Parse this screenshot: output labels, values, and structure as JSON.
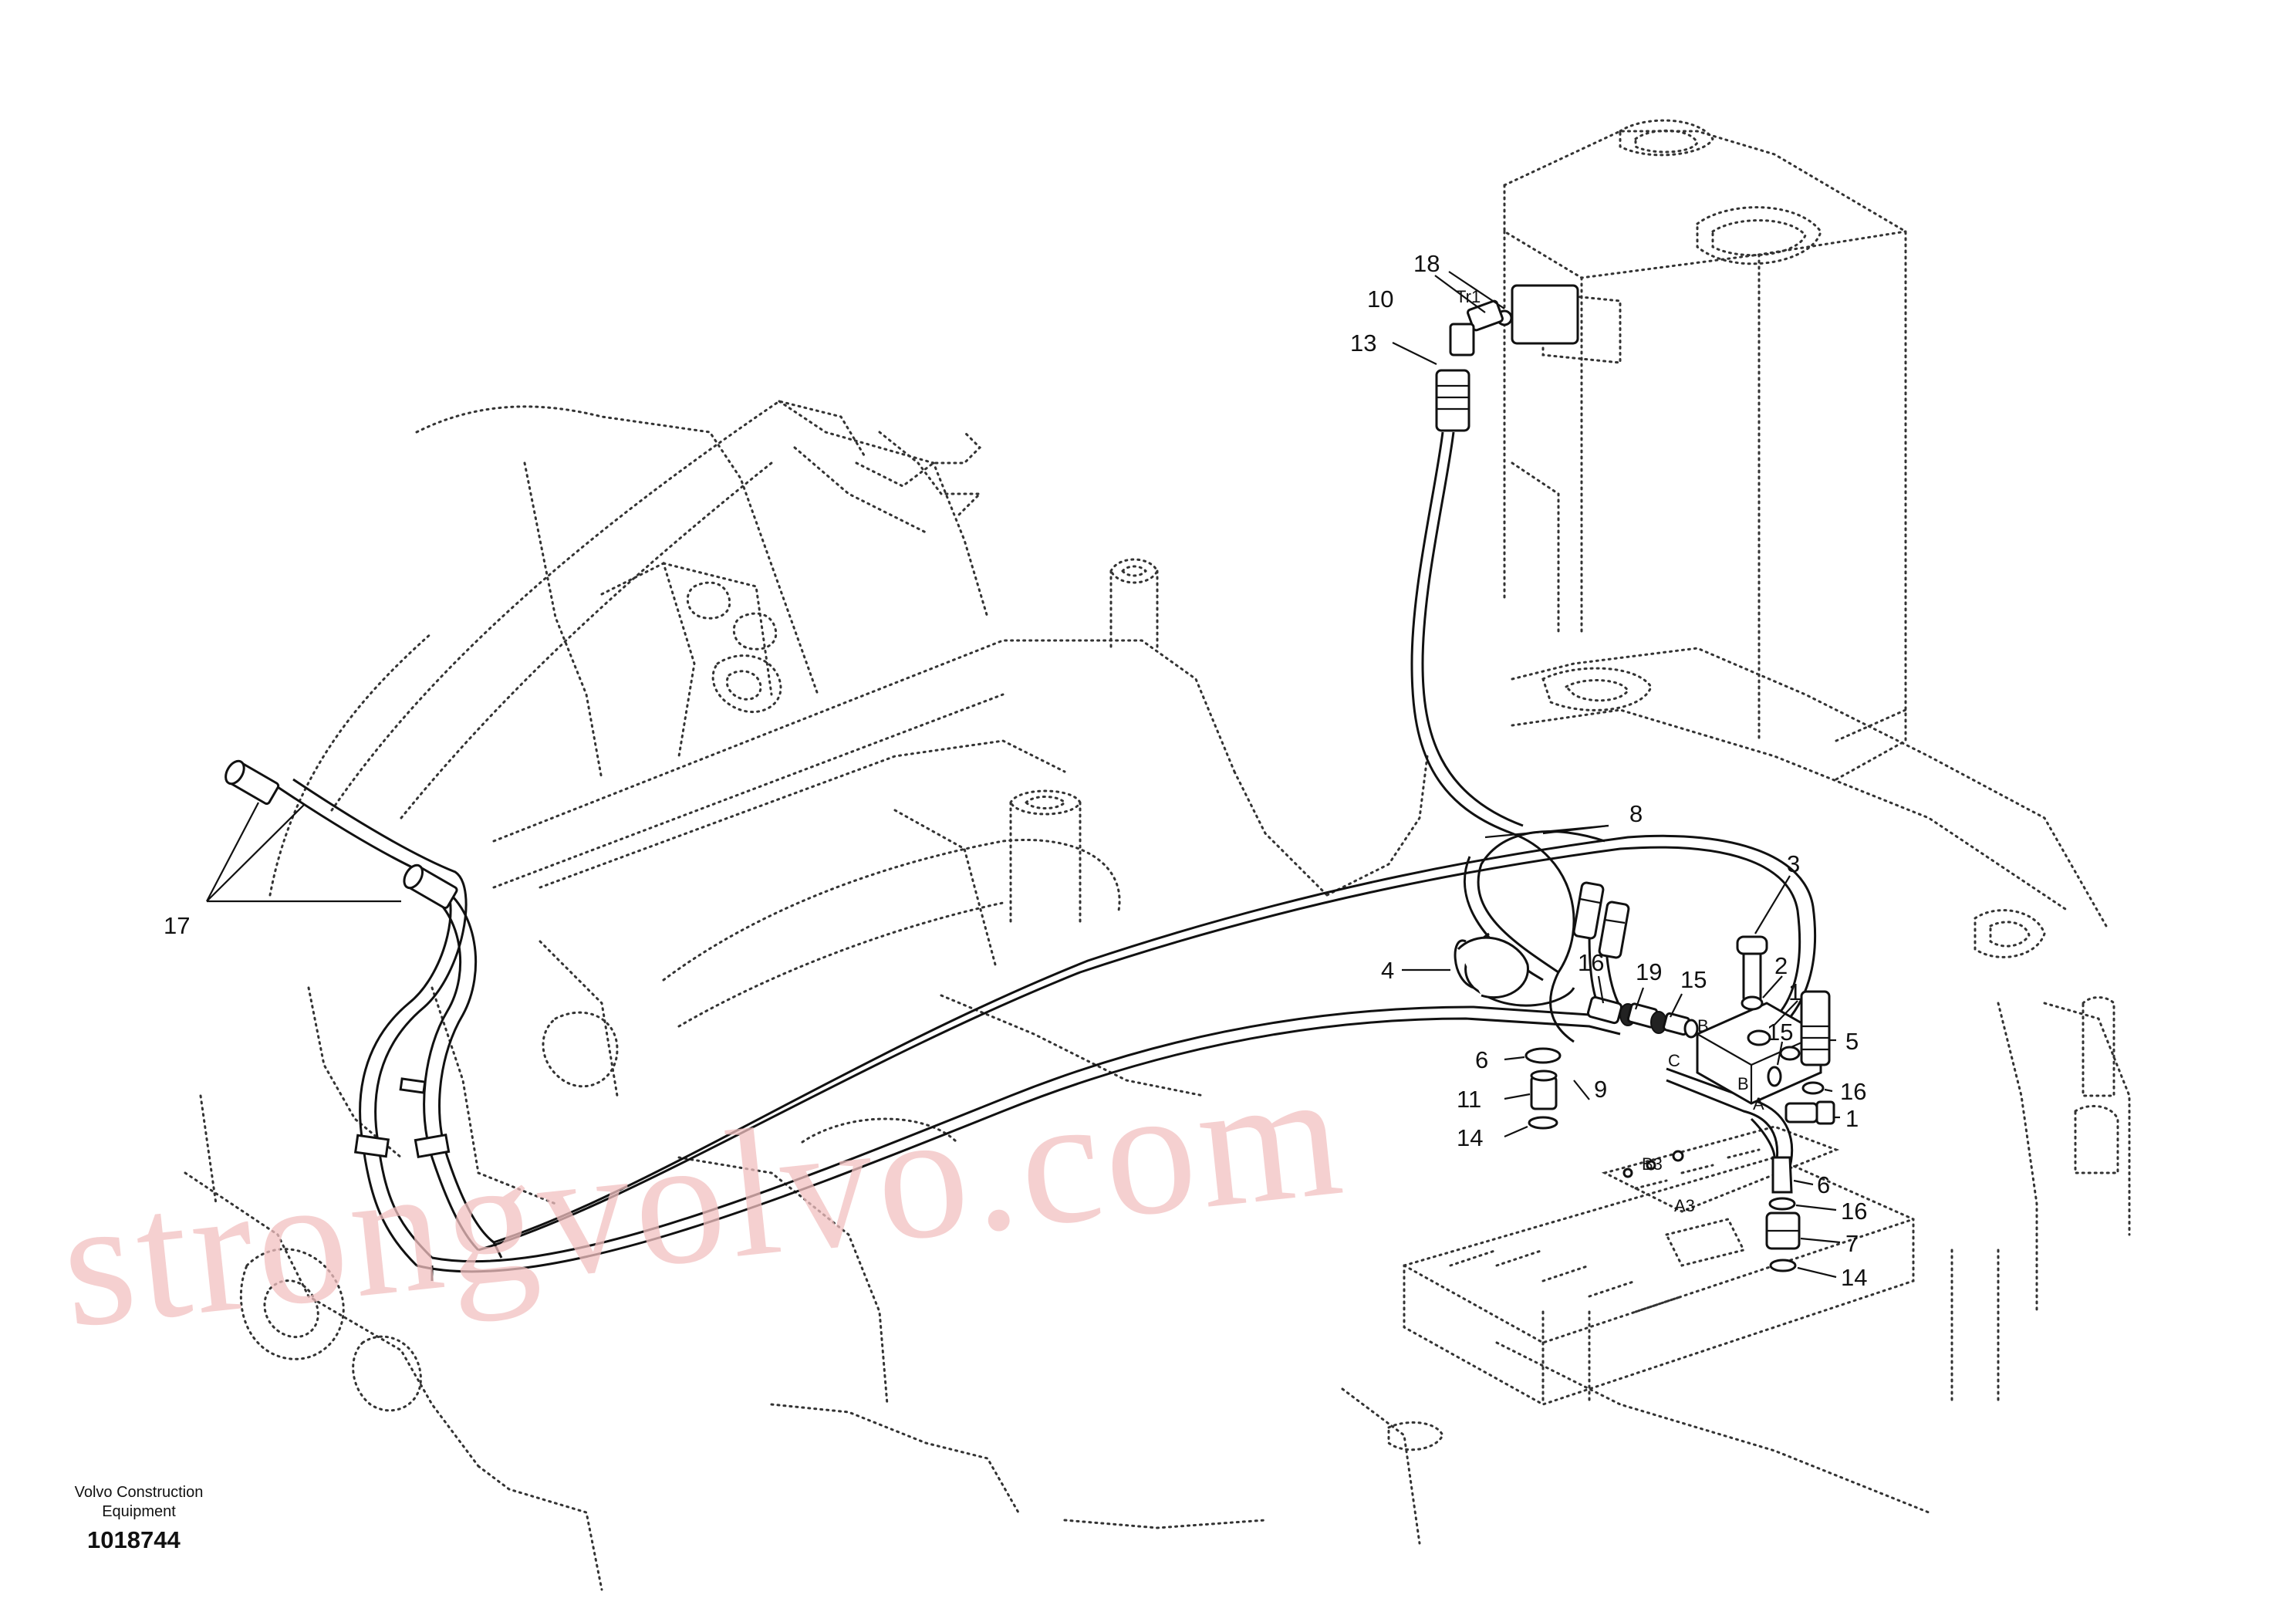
{
  "watermark": "strongvolvo.com",
  "footer": {
    "company_line1": "Volvo Construction",
    "company_line2": "Equipment",
    "drawing_number": "1018744"
  },
  "callouts": {
    "c1a": "1",
    "c1b": "1",
    "c2": "2",
    "c3": "3",
    "c4": "4",
    "c5": "5",
    "c6a": "6",
    "c6b": "6",
    "c7": "7",
    "c8": "8",
    "c9": "9",
    "c10": "10",
    "c11": "11",
    "c13": "13",
    "c14a": "14",
    "c14b": "14",
    "c15a": "15",
    "c15b": "15",
    "c16a": "16",
    "c16b": "16",
    "c16c": "16",
    "c17": "17",
    "c18": "18",
    "c19": "19"
  },
  "port_labels": {
    "tr1": "Tr1",
    "a": "A",
    "b1": "B",
    "b2": "B",
    "c": "C",
    "a3": "A3",
    "b3": "B3"
  },
  "colors": {
    "watermark": "#f2c0c0",
    "lines": "#111111"
  }
}
